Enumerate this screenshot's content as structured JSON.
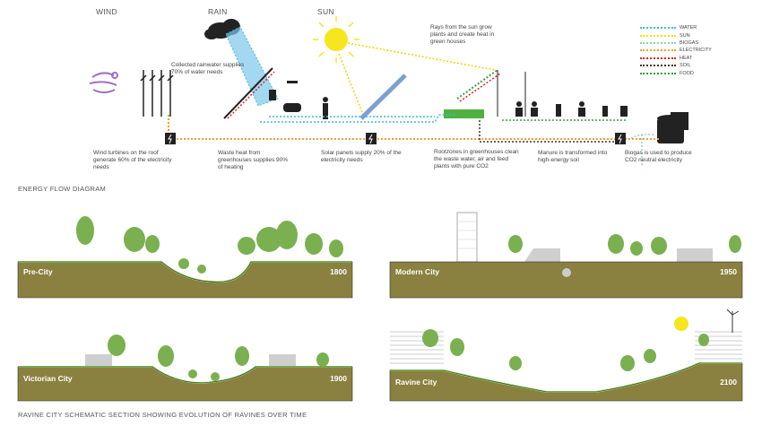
{
  "energy_diagram": {
    "labels": {
      "wind": "WIND",
      "rain": "RAIN",
      "sun": "SUN"
    },
    "captions": {
      "rain": "Collected rainwater supplies 70% of water needs",
      "rays": "Rays from the sun grow plants and create heat in green houses",
      "wind": "Wind turbines on the roof generate 60% of the electricity needs",
      "waste_heat": "Waste heat from greenhouses supplies 90% of heating",
      "solar": "Solar panels supply 20% of the electricity needs",
      "rootzones": "Rootzones in greenhouses clean the waste water, air and feed plants with pure CO2",
      "manure": "Manure is transformed into high-energy soil",
      "biogas": "Biogas is used to produce CO2 neutral electricity"
    },
    "legend": [
      {
        "label": "WATER",
        "color": "#3db8e0"
      },
      {
        "label": "SUN",
        "color": "#f2e200"
      },
      {
        "label": "BIOGAS",
        "color": "#8fd4b0"
      },
      {
        "label": "ELECTRICITY",
        "color": "#f0a030"
      },
      {
        "label": "HEAT",
        "color": "#e02020"
      },
      {
        "label": "SOIL",
        "color": "#4a3020"
      },
      {
        "label": "FOOD",
        "color": "#30a040"
      }
    ],
    "title": "ENERGY FLOW DIAGRAM"
  },
  "sections": [
    {
      "name": "Pre-City",
      "year": "1800"
    },
    {
      "name": "Modern City",
      "year": "1950"
    },
    {
      "name": "Victorian City",
      "year": "1900"
    },
    {
      "name": "Ravine City",
      "year": "2100"
    }
  ],
  "bottom_title": "RAVINE CITY SCHEMATIC SECTION SHOWING EVOLUTION OF RAVINES OVER TIME",
  "colors": {
    "earth": "#8a8040",
    "sky_grey": "#cfcfcf",
    "tree": "#7ab050"
  }
}
